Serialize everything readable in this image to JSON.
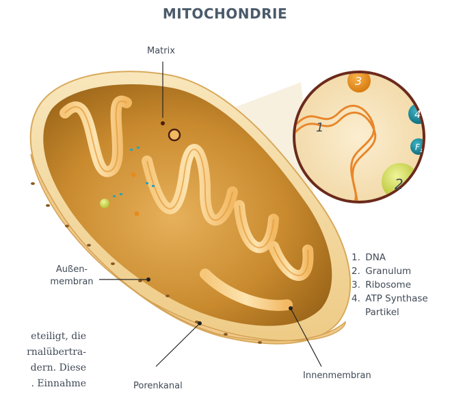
{
  "title": "MITOCHONDRIE",
  "labels": {
    "matrix": "Matrix",
    "outer_membrane_line1": "Außen-",
    "outer_membrane_line2": "membran",
    "pore_channel": "Porenkanal",
    "inner_membrane": "Innenmembran"
  },
  "legend": [
    {
      "num": "1.",
      "text": "DNA"
    },
    {
      "num": "2.",
      "text": "Granulum"
    },
    {
      "num": "3.",
      "text": "Ribosome"
    },
    {
      "num": "4.",
      "text": "ATP Synthase",
      "sub": "Partikel"
    }
  ],
  "inset_markers": {
    "m1": "1",
    "m2": "2",
    "m3": "3",
    "m4": "4",
    "mf": "F",
    "mf_sub": "1"
  },
  "body_text": [
    "eteiligt, die",
    "rnalübertra-",
    "dern. Diese",
    ". Einnahme"
  ],
  "colors": {
    "title": "#4a5a6a",
    "outer": "#f4dca5",
    "inner_fold": "#f0b85a",
    "matrix": "#c98a2e",
    "inset_ring": "#6b2a1c"
  }
}
